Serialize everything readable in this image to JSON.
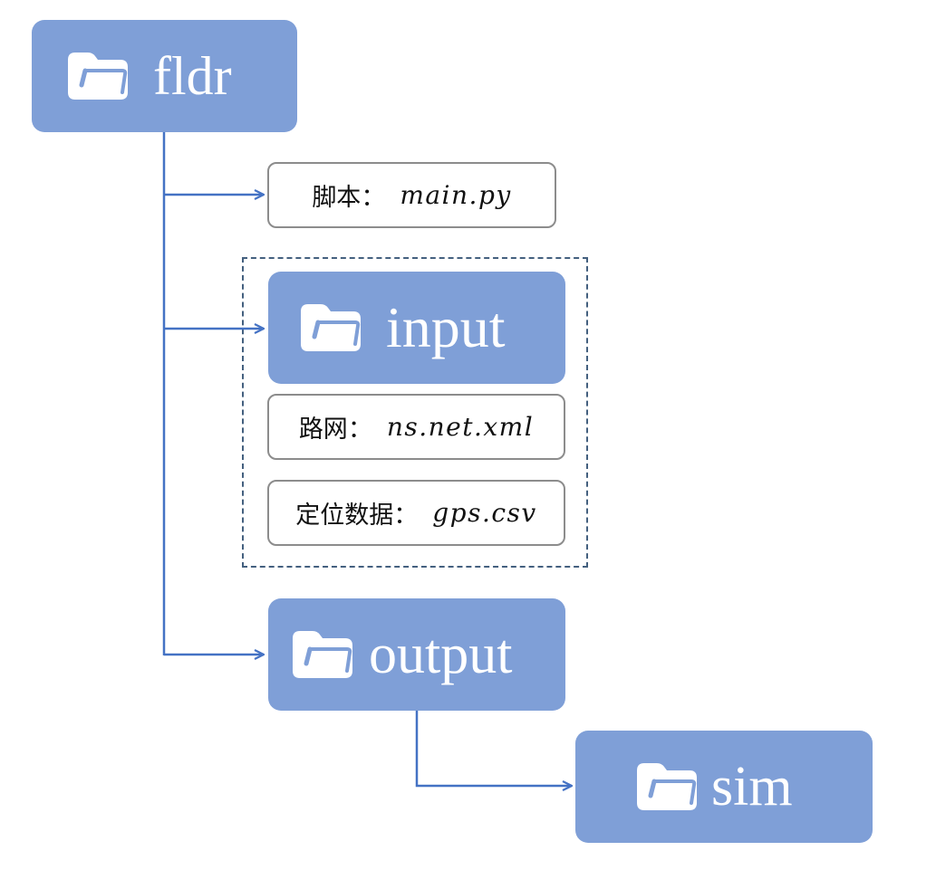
{
  "colors": {
    "folder_fill": "#7f9fd7",
    "folder_text": "#ffffff",
    "connector": "#4472c4",
    "file_border": "#8c8c8c",
    "group_border": "#44607f"
  },
  "folders": {
    "root": {
      "name": "fldr",
      "icon": "folder-icon"
    },
    "input": {
      "name": "input",
      "icon": "folder-icon"
    },
    "output": {
      "name": "output",
      "icon": "folder-icon"
    },
    "sim": {
      "name": "sim",
      "icon": "folder-icon"
    }
  },
  "files": {
    "script": {
      "label": "脚本",
      "separator": "：",
      "filename": "main.py"
    },
    "network": {
      "label": "路网",
      "separator": "：",
      "filename": "ns.net.xml"
    },
    "gps": {
      "label": "定位数据",
      "separator": "：",
      "filename": "gps.csv"
    }
  }
}
